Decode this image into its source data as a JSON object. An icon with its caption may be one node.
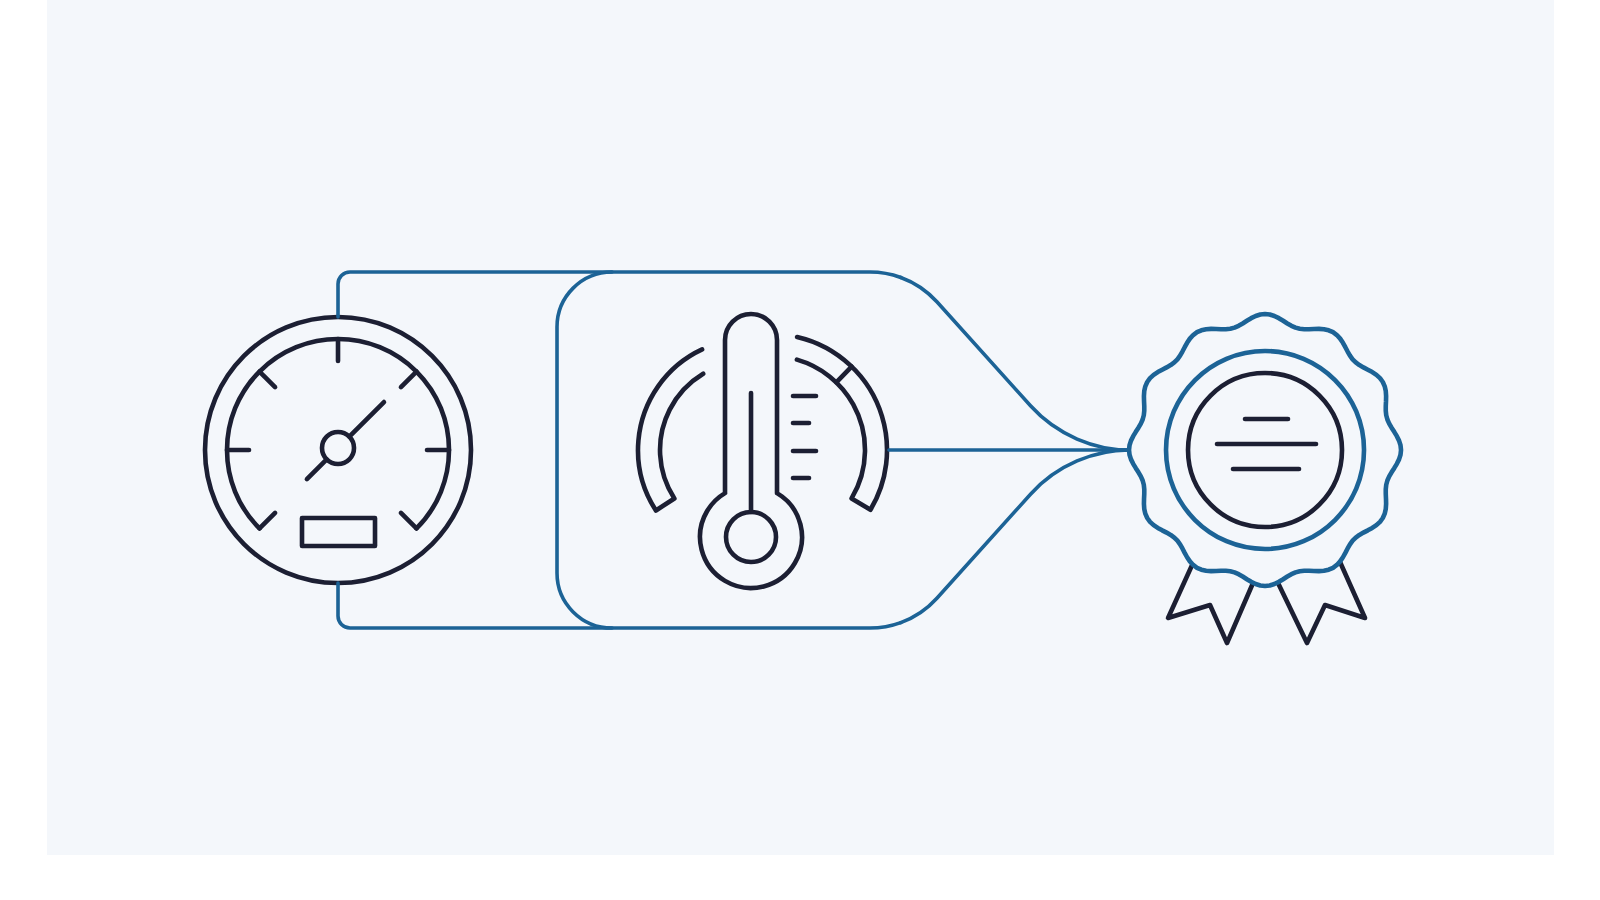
{
  "diagram": {
    "nodes": [
      {
        "text": [],
        "shape": "picture"
      },
      {
        "text": [],
        "shape": "box"
      },
      {
        "text": [],
        "shape": "picture",
        "in": 1
      },
      {
        "text": [],
        "shape": "picture"
      }
    ],
    "edges": [
      {
        "from": 0,
        "to": 1,
        "arrow": "none"
      },
      {
        "from": 0,
        "to": 1,
        "arrow": "none"
      },
      {
        "from": 2,
        "to": 3,
        "arrow": "none"
      },
      {
        "from": 1,
        "to": 3,
        "arrow": "none"
      },
      {
        "from": 1,
        "to": 3,
        "arrow": "none"
      }
    ]
  }
}
